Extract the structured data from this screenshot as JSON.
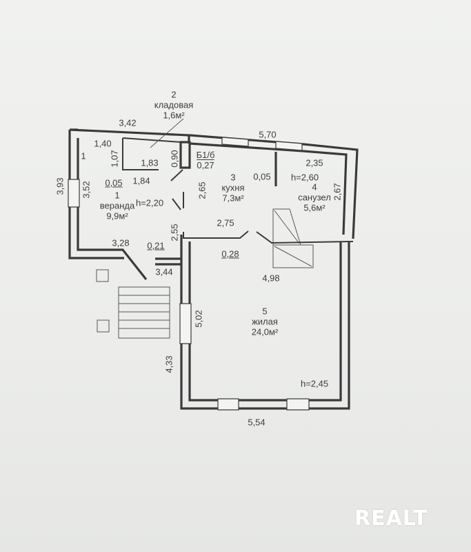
{
  "plan": {
    "rooms": [
      {
        "id": "room-2",
        "number": "2",
        "name": "кладовая",
        "area": "1,6м²"
      },
      {
        "id": "room-1",
        "number": "1",
        "name": "веранда",
        "area": "9,9м²"
      },
      {
        "id": "room-b1b",
        "number": "Б1/б",
        "name": "",
        "area": "0,27"
      },
      {
        "id": "room-3",
        "number": "3",
        "name": "кухня",
        "area": "7,3м²"
      },
      {
        "id": "room-4",
        "number": "4",
        "name": "санузел",
        "area": "5,6м²"
      },
      {
        "id": "room-5",
        "number": "5",
        "name": "жилая",
        "area": "24,0м²"
      }
    ],
    "dimensions": {
      "d342": "3,42",
      "d570": "5,70",
      "d140": "1,40",
      "d107": "1,07",
      "d183": "1,83",
      "d090": "0,90",
      "d235": "2,35",
      "d393": "3,93",
      "d352": "3,52",
      "d005a": "0,05",
      "d184": "1,84",
      "d005b": "0,05",
      "d260": "h=2,60",
      "d265": "2,65",
      "d267": "2,67",
      "d220": "h=2,20",
      "d255": "2,55",
      "d275": "2,75",
      "d328": "3,28",
      "d021": "0,21",
      "d028": "0,28",
      "d344": "3,44",
      "d498": "4,98",
      "d502": "5,02",
      "d433": "4,33",
      "d245": "h=2,45",
      "d554": "5,54",
      "d1": "1"
    }
  },
  "watermark": "REALT"
}
